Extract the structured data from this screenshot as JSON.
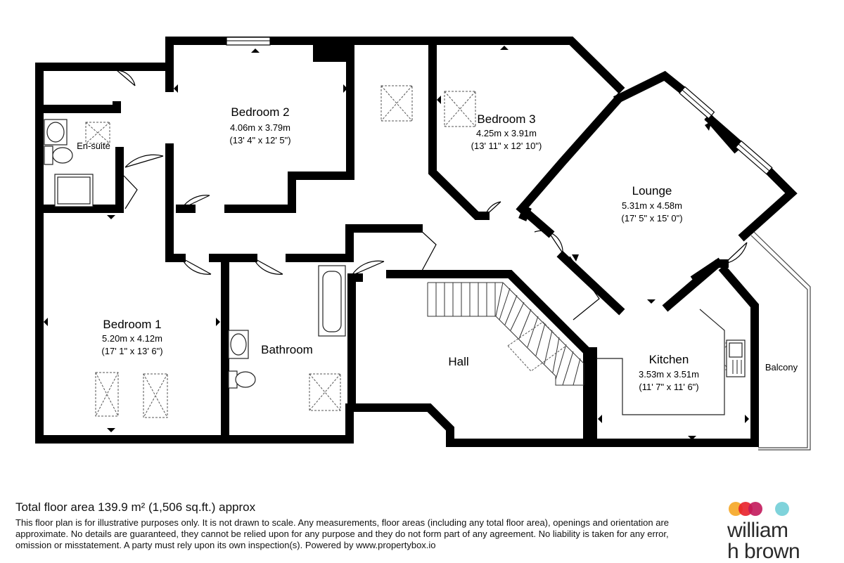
{
  "rooms": {
    "bedroom2": {
      "name": "Bedroom 2",
      "metric": "4.06m x 3.79m",
      "imperial": "(13' 4\" x 12' 5\")"
    },
    "bedroom3": {
      "name": "Bedroom 3",
      "metric": "4.25m x 3.91m",
      "imperial": "(13' 11\" x 12' 10\")"
    },
    "ensuite": {
      "name": "En-suite"
    },
    "lounge": {
      "name": "Lounge",
      "metric": "5.31m x 4.58m",
      "imperial": "(17' 5\" x 15' 0\")"
    },
    "bedroom1": {
      "name": "Bedroom 1",
      "metric": "5.20m x 4.12m",
      "imperial": "(17' 1\" x 13' 6\")"
    },
    "bathroom": {
      "name": "Bathroom"
    },
    "hall": {
      "name": "Hall"
    },
    "kitchen": {
      "name": "Kitchen",
      "metric": "3.53m x 3.51m",
      "imperial": "(11' 7\" x 11' 6\")"
    },
    "balcony": {
      "name": "Balcony"
    }
  },
  "footer": {
    "total_area": "Total floor area 139.9 m² (1,506 sq.ft.) approx",
    "disclaimer": "This floor plan is for illustrative purposes only. It is not drawn to scale. Any measurements, floor areas (including any total floor area), openings and orientation are approximate. No details are guaranteed, they cannot be relied upon for any purpose and they do not form part of any agreement. No liability is taken for any error, omission or misstatement. A party must rely upon its own inspection(s). Powered by www.propertybox.io"
  },
  "logo": {
    "line1": "william",
    "line2": "h brown",
    "dot_colors": [
      "#f5a623",
      "#e8202a",
      "#c2185b",
      "#7fd3db"
    ]
  },
  "colors": {
    "wall": "#000000",
    "background": "#ffffff"
  }
}
